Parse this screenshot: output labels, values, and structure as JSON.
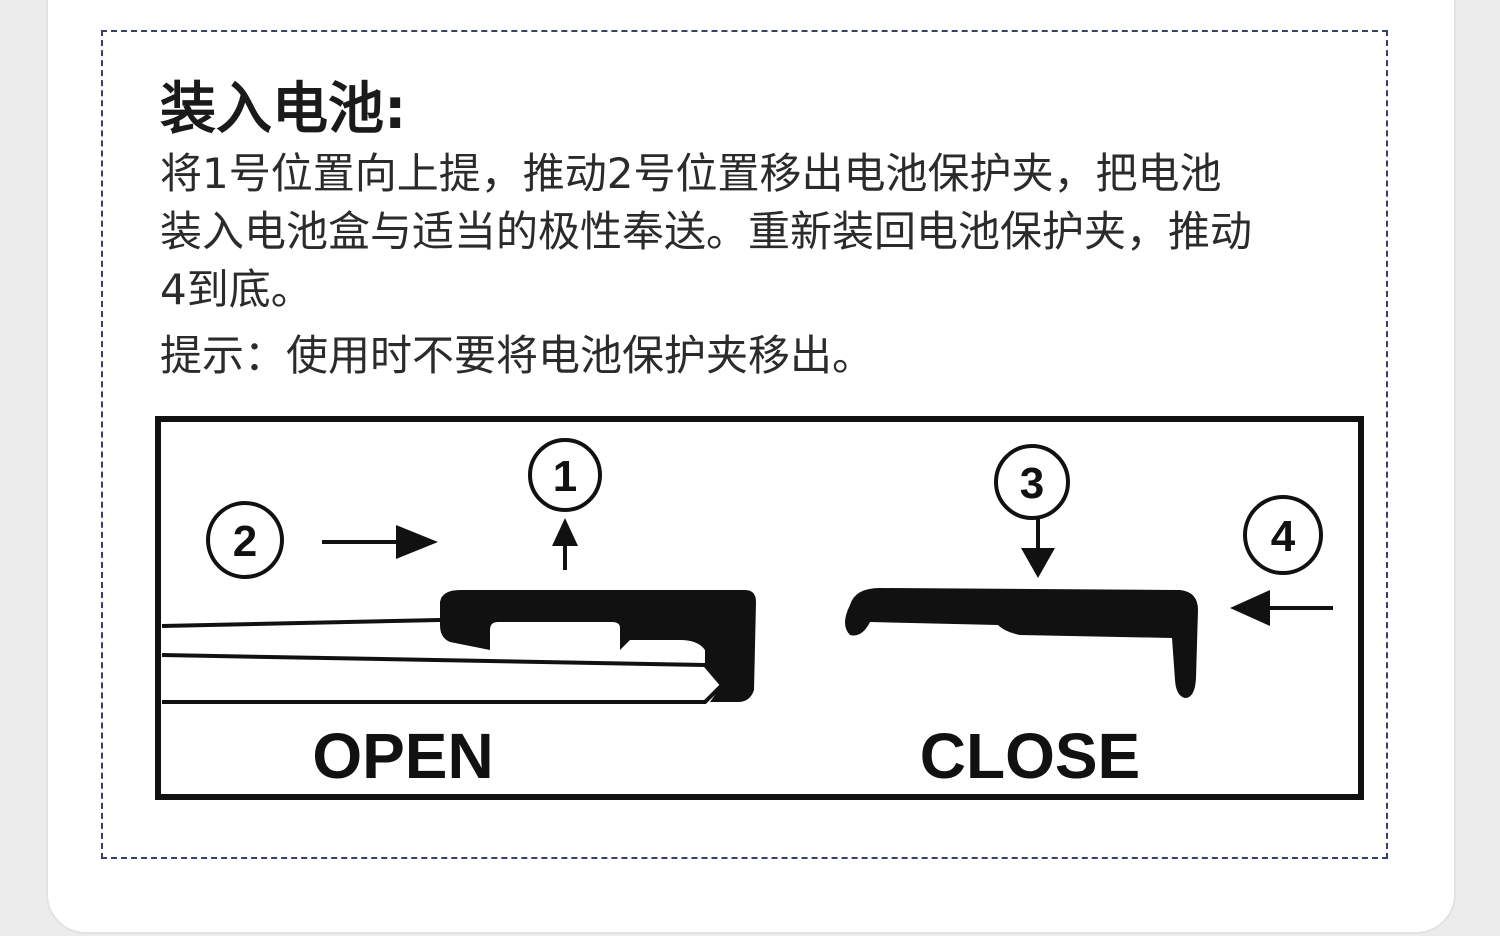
{
  "instructions": {
    "heading": "装入电池:",
    "body_lines": [
      "将1号位置向上提，推动2号位置移出电池保护夹，把电池",
      "装入电池盒与适当的极性奉送。重新装回电池保护夹，推动",
      "4到底。"
    ],
    "tip": "提示：使用时不要将电池保护夹移出。"
  },
  "diagram": {
    "open_label": "OPEN",
    "close_label": "CLOSE",
    "steps": [
      "1",
      "2",
      "3",
      "4"
    ],
    "stroke_color": "#111111"
  }
}
